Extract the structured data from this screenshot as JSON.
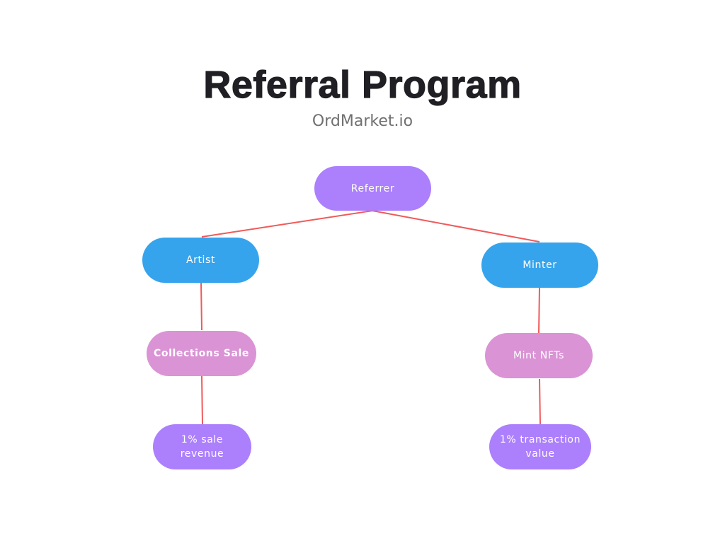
{
  "header": {
    "title": "Referral Program",
    "subtitle": "OrdMarket.io"
  },
  "colors": {
    "root": "#ac7ffc",
    "role": "#35a4ec",
    "action": "#da93d5",
    "reward": "#ac7ffc",
    "connector": "#f05a5a",
    "title": "#1f1f24",
    "subtitle": "#707070"
  },
  "nodes": {
    "root": {
      "label": "Referrer"
    },
    "left": {
      "role": "Artist",
      "action": "Collections Sale",
      "reward": "1% sale revenue"
    },
    "right": {
      "role": "Minter",
      "action": "Mint NFTs",
      "reward": "1% transaction value"
    }
  },
  "edges": [
    {
      "from": "Referrer",
      "to": "Artist"
    },
    {
      "from": "Referrer",
      "to": "Minter"
    },
    {
      "from": "Artist",
      "to": "Collections Sale"
    },
    {
      "from": "Collections Sale",
      "to": "1% sale revenue"
    },
    {
      "from": "Minter",
      "to": "Mint NFTs"
    },
    {
      "from": "Mint NFTs",
      "to": "1% transaction value"
    }
  ]
}
